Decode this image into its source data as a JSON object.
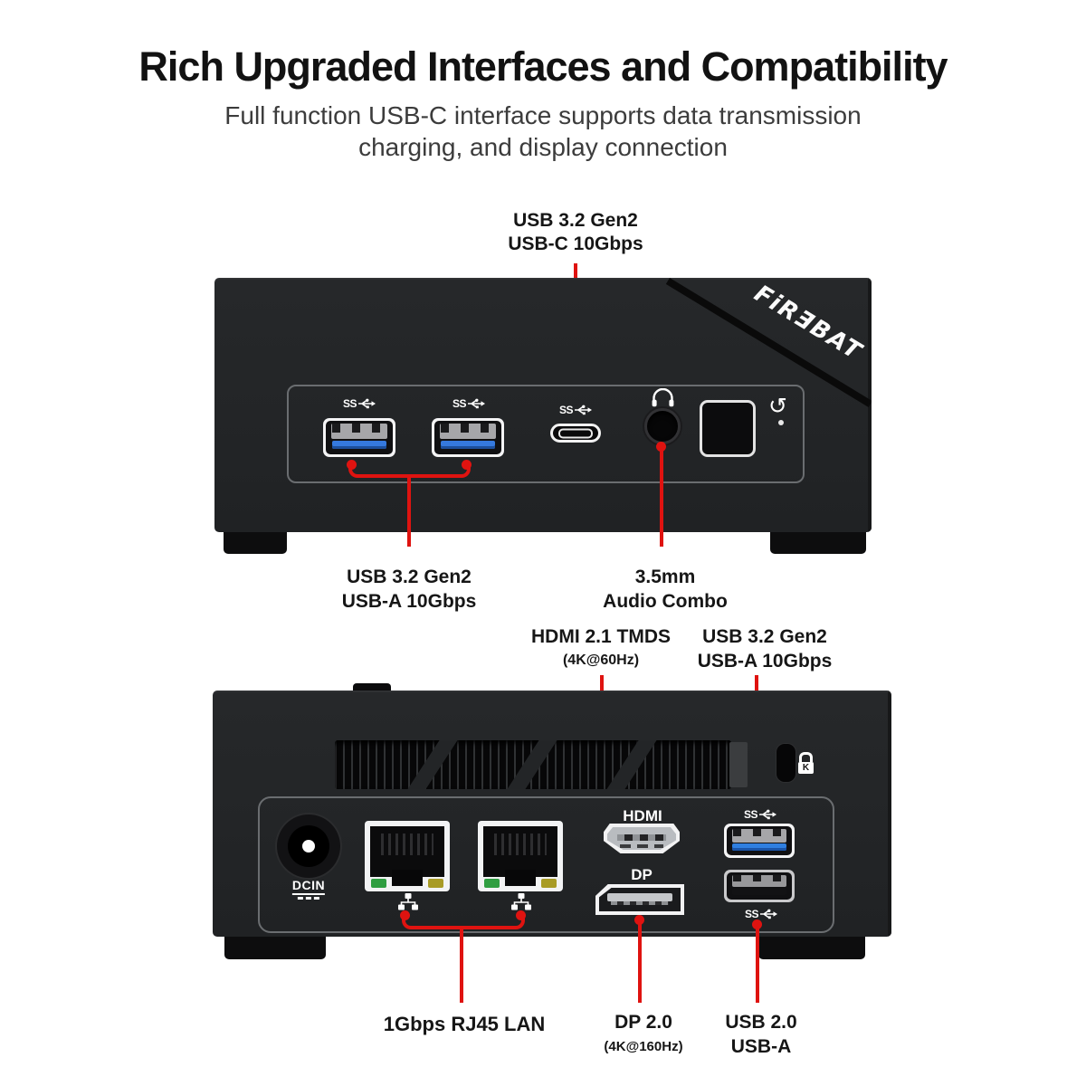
{
  "colors": {
    "background": "#ffffff",
    "accent_red": "#df1310",
    "device_body": "#232527",
    "usb_tongue_blue": "#3579de",
    "led_green": "#2f9e41",
    "led_yellow": "#a89b25"
  },
  "header": {
    "title": "Rich Upgraded Interfaces and Compatibility",
    "subtitle_line1": "Full function USB-C interface supports data transmission",
    "subtitle_line2": "charging, and display connection"
  },
  "brand": {
    "logo_text": "FiRƎBAT"
  },
  "front_view": {
    "callout_usb_c": {
      "line1": "USB 3.2 Gen2",
      "line2": "USB-C 10Gbps"
    },
    "callout_usb_a": {
      "line1": "USB 3.2 Gen2",
      "line2": "USB-A 10Gbps"
    },
    "callout_audio": {
      "line1": "3.5mm",
      "line2": "Audio Combo"
    }
  },
  "rear_view": {
    "callout_hdmi": {
      "line1": "HDMI 2.1 TMDS",
      "line2": "(4K@60Hz)"
    },
    "callout_usb_a": {
      "line1": "USB 3.2 Gen2",
      "line2": "USB-A 10Gbps"
    },
    "callout_lan": {
      "label": "1Gbps RJ45 LAN"
    },
    "callout_dp": {
      "line1": "DP 2.0",
      "line2": "(4K@160Hz)"
    },
    "callout_usb2": {
      "line1": "USB 2.0",
      "line2": "USB-A"
    },
    "port_labels": {
      "hdmi": "HDMI",
      "dp": "DP",
      "dcin": "DCIN"
    }
  },
  "icons": {
    "superspeed_label": "SS",
    "reset_glyph": "↺",
    "kensington_label": "K"
  }
}
